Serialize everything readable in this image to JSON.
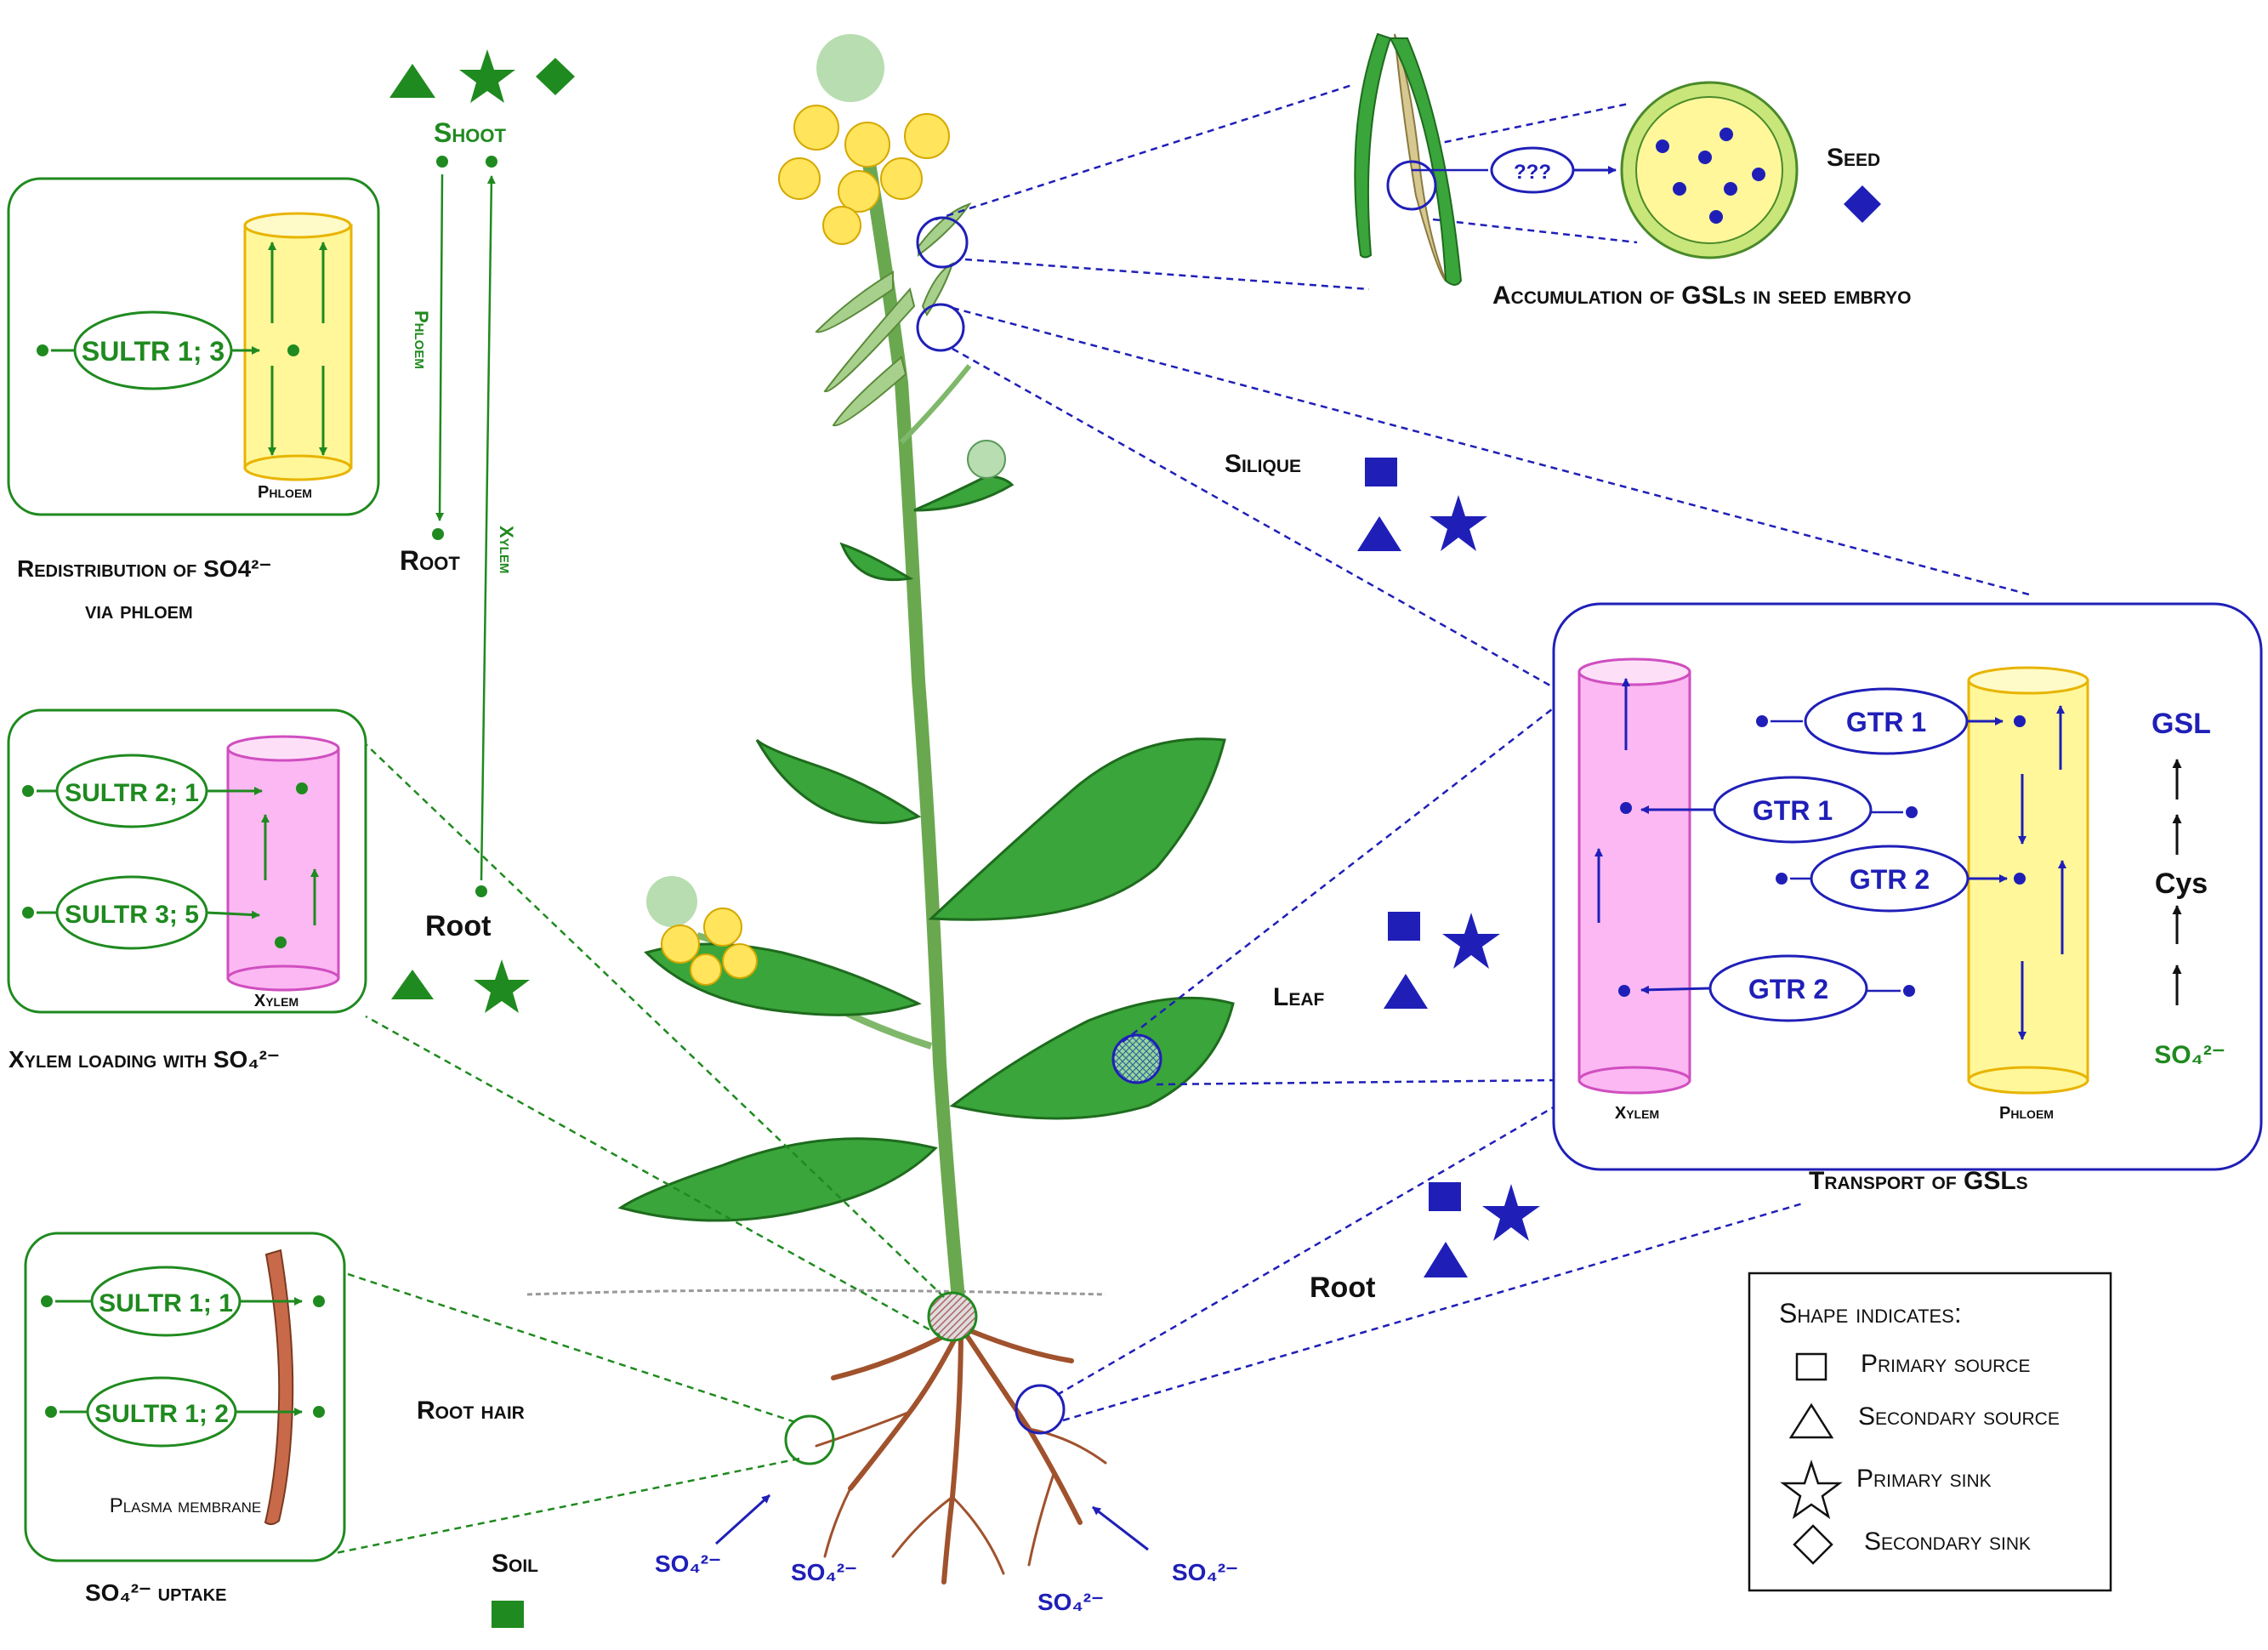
{
  "colors": {
    "green": "#1f8a1f",
    "blue": "#1f1fb8",
    "yellow": "#fff79a",
    "pink": "#fbb8f2",
    "black": "#111111"
  },
  "labels": {
    "shoot": "Shoot",
    "root_top": "Root",
    "phloem_axis": "Phloem",
    "xylem_axis": "Xylem",
    "root_mid": "Root",
    "silique": "Silique",
    "leaf": "Leaf",
    "root_right": "Root",
    "root_hair": "Root hair",
    "soil": "Soil",
    "seed": "Seed",
    "seed_unknown": "???",
    "accumulation": "Accumulation of GSLs in seed embryo",
    "transport": "Transport of GSLs"
  },
  "boxes": {
    "redistribution": {
      "transporter": "SULTR 1; 3",
      "tissue": "Phloem",
      "caption_l1": "Redistribution of SO4²⁻",
      "caption_l2": "via phloem"
    },
    "xylem_loading": {
      "transporter_1": "SULTR 2; 1",
      "transporter_2": "SULTR 3; 5",
      "tissue": "Xylem",
      "caption": "Xylem loading with SO₄²⁻"
    },
    "uptake": {
      "transporter_1": "SULTR 1; 1",
      "transporter_2": "SULTR 1; 2",
      "membrane": "Plasma membrane",
      "caption": "SO₄²⁻ uptake"
    },
    "gsl_transport": {
      "gtr_1a": "GTR 1",
      "gtr_1b": "GTR 1",
      "gtr_2a": "GTR 2",
      "gtr_2b": "GTR 2",
      "xylem": "Xylem",
      "phloem": "Phloem",
      "gsl": "GSL",
      "cys": "Cys",
      "so4": "SO₄²⁻"
    }
  },
  "soil_sulfate": [
    "SO₄²⁻",
    "SO₄²⁻",
    "SO₄²⁻",
    "SO₄²⁻"
  ],
  "legend": {
    "title": "Shape indicates:",
    "items": [
      {
        "shape": "square",
        "label": "Primary source"
      },
      {
        "shape": "triangle",
        "label": "Secondary source"
      },
      {
        "shape": "star",
        "label": "Primary sink"
      },
      {
        "shape": "diamond",
        "label": "Secondary sink"
      }
    ]
  }
}
